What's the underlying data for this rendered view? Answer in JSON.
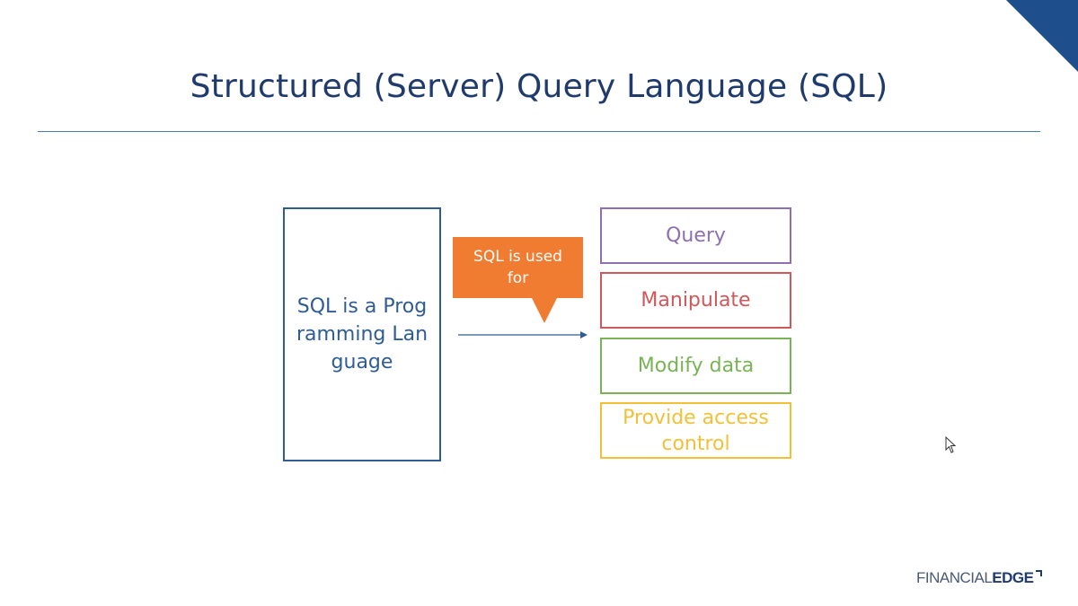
{
  "slide": {
    "title": "Structured (Server) Query Language (SQL)"
  },
  "main_box": {
    "text": "SQL is a Programming Language"
  },
  "callout": {
    "text": "SQL is used for",
    "color": "#f07c31"
  },
  "uses": [
    {
      "label": "Query",
      "color": "#8e6fb0"
    },
    {
      "label": "Manipulate",
      "color": "#d0575a"
    },
    {
      "label": "Modify data",
      "color": "#78b356"
    },
    {
      "label": "Provide access control",
      "color": "#f2c037"
    }
  ],
  "logo": {
    "part1": "FINANCIAL",
    "part2": "EDGE"
  },
  "colors": {
    "title": "#1f3b6e",
    "accent": "#2f5d93"
  }
}
